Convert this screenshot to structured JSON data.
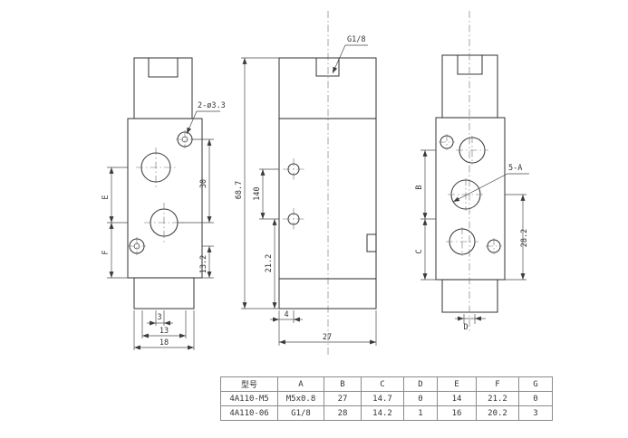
{
  "colors": {
    "ink": "#3a3a3a",
    "background": "#ffffff"
  },
  "drawing": {
    "left": {
      "callout_holes": "2-ø3.3",
      "dim_e": "E",
      "dim_f": "F",
      "dim_30": "30",
      "dim_13_2": "13.2",
      "dim_3": "3",
      "dim_13": "13",
      "dim_18": "18"
    },
    "front": {
      "callout_port": "G1/8",
      "dim_68_7": "68.7",
      "dim_140": "140",
      "dim_21_2": "21.2",
      "dim_4": "4",
      "dim_27": "27"
    },
    "right": {
      "callout_ports": "5-A",
      "dim_b": "B",
      "dim_c": "C",
      "dim_28_2": "28.2",
      "dim_d": "D"
    }
  },
  "table": {
    "headers": [
      "型号",
      "A",
      "B",
      "C",
      "D",
      "E",
      "F",
      "G"
    ],
    "rows": [
      [
        "4A110-M5",
        "M5x0.8",
        "27",
        "14.7",
        "0",
        "14",
        "21.2",
        "0"
      ],
      [
        "4A110-06",
        "G1/8",
        "28",
        "14.2",
        "1",
        "16",
        "20.2",
        "3"
      ]
    ]
  }
}
